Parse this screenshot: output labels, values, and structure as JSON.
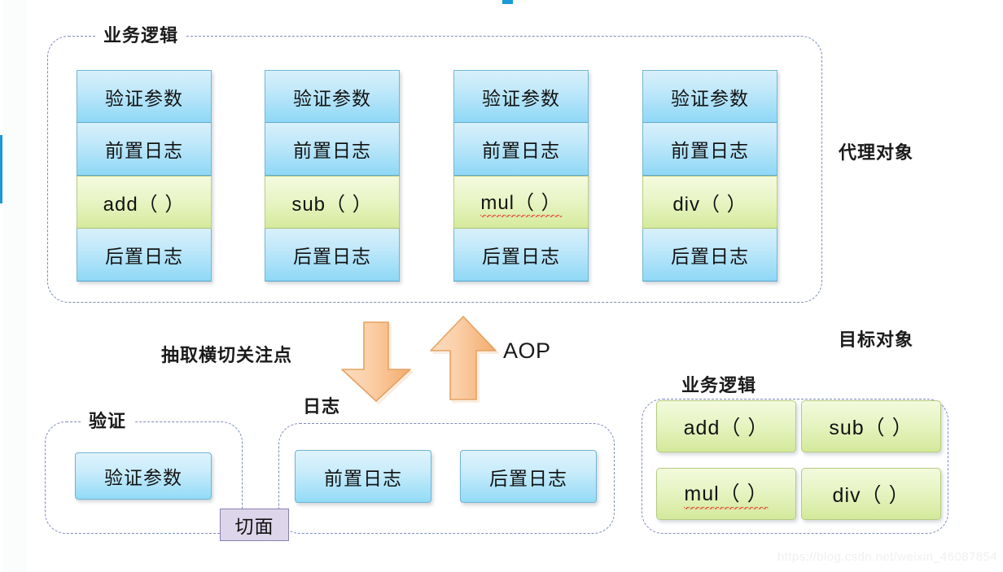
{
  "diagram": {
    "title": "Spring AOP proxy vs target object diagram",
    "colors": {
      "blue_fill": "#93dbf7",
      "green_fill": "#d4e99b",
      "orange_arrow": "#f6b97a",
      "dashed_border": "#7b8bbd",
      "aspect_purple": "#ddd5ea"
    }
  },
  "proxy_section": {
    "group_label": "业务逻辑",
    "side_label": "代理对象",
    "stacks": [
      {
        "rows": [
          {
            "text": "验证参数",
            "kind": "blue"
          },
          {
            "text": "前置日志",
            "kind": "blue"
          },
          {
            "text": "add（ ）",
            "kind": "green",
            "spellcheck": false
          },
          {
            "text": "后置日志",
            "kind": "blue"
          }
        ]
      },
      {
        "rows": [
          {
            "text": "验证参数",
            "kind": "blue"
          },
          {
            "text": "前置日志",
            "kind": "blue"
          },
          {
            "text": "sub（ ）",
            "kind": "green",
            "spellcheck": false
          },
          {
            "text": "后置日志",
            "kind": "blue"
          }
        ]
      },
      {
        "rows": [
          {
            "text": "验证参数",
            "kind": "blue"
          },
          {
            "text": "前置日志",
            "kind": "blue"
          },
          {
            "text": "mul（ ）",
            "kind": "green",
            "spellcheck": true
          },
          {
            "text": "后置日志",
            "kind": "blue"
          }
        ]
      },
      {
        "rows": [
          {
            "text": "验证参数",
            "kind": "blue"
          },
          {
            "text": "前置日志",
            "kind": "blue"
          },
          {
            "text": "div（ ）",
            "kind": "green",
            "spellcheck": false
          },
          {
            "text": "后置日志",
            "kind": "blue"
          }
        ]
      }
    ]
  },
  "middle": {
    "extract_label": "抽取横切关注点",
    "aop_label": "AOP",
    "down_arrow_name": "down-arrow",
    "up_arrow_name": "up-arrow"
  },
  "validation_section": {
    "group_label": "验证",
    "items": [
      "验证参数"
    ]
  },
  "log_section": {
    "group_label": "日志",
    "items": [
      "前置日志",
      "后置日志"
    ]
  },
  "aspect_tag": {
    "label": "切面"
  },
  "target_section": {
    "side_label": "目标对象",
    "group_label": "业务逻辑",
    "methods": [
      {
        "text": "add（ ）",
        "spellcheck": false
      },
      {
        "text": "sub（ ）",
        "spellcheck": false
      },
      {
        "text": "mul（ ）",
        "spellcheck": true
      },
      {
        "text": "div（ ）",
        "spellcheck": false
      }
    ]
  },
  "watermark": {
    "text": "https://blog.csdn.net/weixin_46087854"
  }
}
